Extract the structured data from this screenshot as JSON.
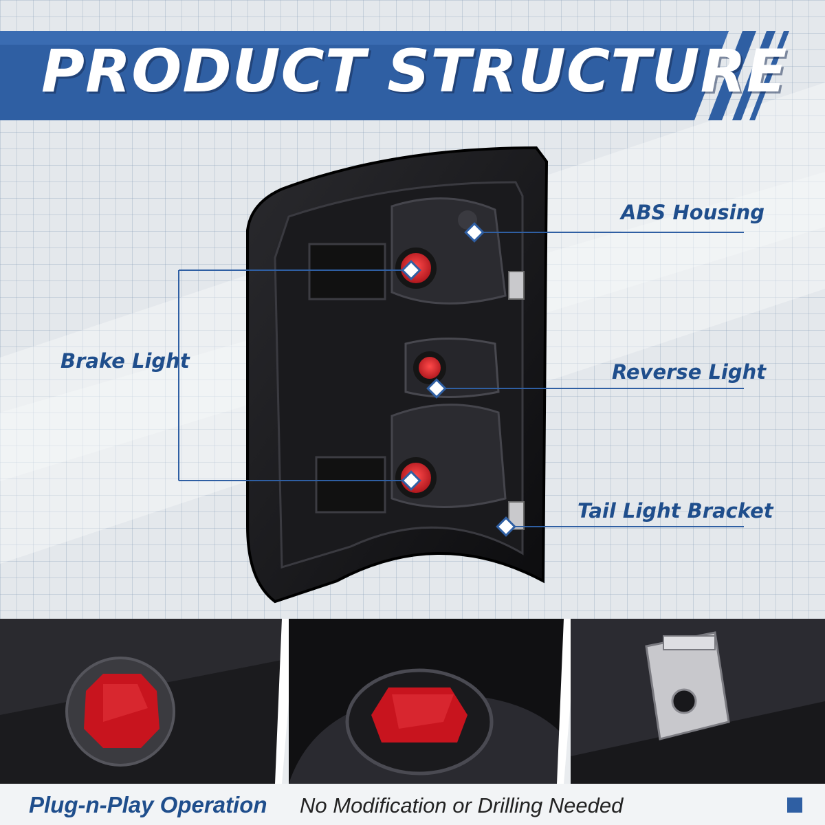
{
  "header": {
    "title": "PRODUCT STRUCTURE"
  },
  "callouts": {
    "abs_housing": "ABS Housing",
    "brake_light": "Brake Light",
    "reverse_light": "Reverse Light",
    "tail_light_bracket": "Tail Light Bracket"
  },
  "footer": {
    "bold_text": "Plug-n-Play Operation",
    "regular_text": "No Modification or Drilling Needed"
  },
  "colors": {
    "brand_blue": "#2f5fa3",
    "label_blue": "#1f4e8c",
    "lens_red": "#c8141e"
  },
  "icons": {
    "callout_marker": "diamond-marker-icon",
    "footer_square": "square-icon"
  }
}
